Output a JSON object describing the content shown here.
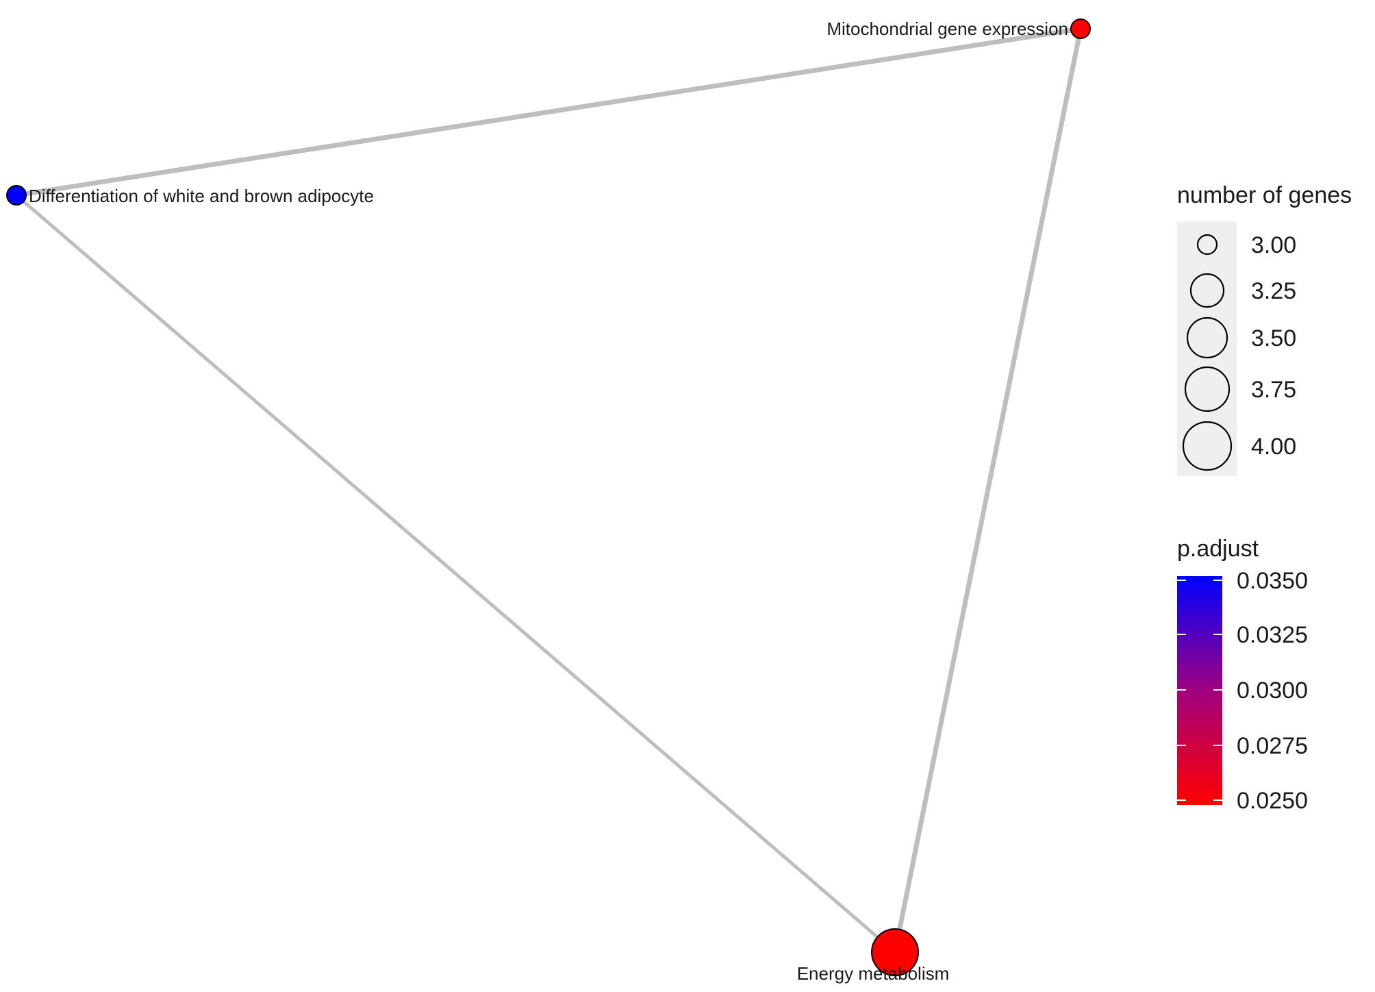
{
  "network": {
    "nodes": [
      {
        "id": "mito",
        "label": "Mitochondrial gene expression",
        "number_of_genes": 3,
        "p_adjust": 0.025,
        "color": "#ff0000"
      },
      {
        "id": "diff",
        "label": "Differentiation of white and brown adipocyte",
        "number_of_genes": 3,
        "p_adjust": 0.035,
        "color": "#0000ff"
      },
      {
        "id": "energy",
        "label": "Energy metabolism",
        "number_of_genes": 4,
        "p_adjust": 0.025,
        "color": "#ff0000"
      }
    ],
    "edges": [
      {
        "source": "diff",
        "target": "mito"
      },
      {
        "source": "mito",
        "target": "energy"
      },
      {
        "source": "diff",
        "target": "energy"
      }
    ],
    "edge_color": "#bebebe"
  },
  "legend": {
    "size": {
      "title": "number of genes",
      "values": [
        "3.00",
        "3.25",
        "3.50",
        "3.75",
        "4.00"
      ]
    },
    "color": {
      "title": "p.adjust",
      "values": [
        "0.0350",
        "0.0325",
        "0.0300",
        "0.0275",
        "0.0250"
      ],
      "high_color": "#0000ff",
      "low_color": "#ff0000"
    }
  }
}
